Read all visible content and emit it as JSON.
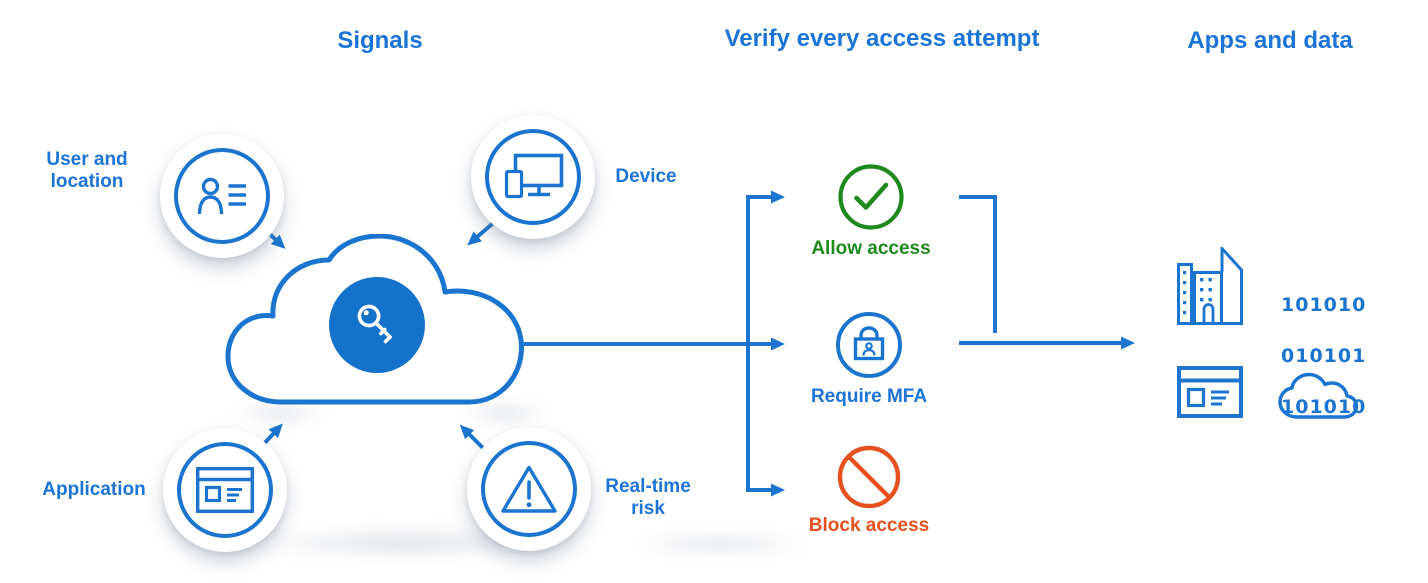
{
  "colors": {
    "blue": "#1B75CF",
    "green": "#1E8A1E",
    "orange": "#E4511E"
  },
  "headers": {
    "signals": "Signals",
    "verify": "Verify every access attempt",
    "apps_and_data": "Apps and data"
  },
  "signals": {
    "items": [
      {
        "label": "User and\nlocation",
        "icon": "user-contact-icon"
      },
      {
        "label": "Device",
        "icon": "device-icon"
      },
      {
        "label": "Application",
        "icon": "application-window-icon"
      },
      {
        "label": "Real-time\nrisk",
        "icon": "warning-triangle-icon"
      }
    ]
  },
  "hub": {
    "icon": "key-icon"
  },
  "outcomes": {
    "items": [
      {
        "label": "Allow access",
        "icon": "check-circle-icon",
        "color": "#1E8A1E"
      },
      {
        "label": "Require MFA",
        "icon": "mfa-lock-icon",
        "color": "#1B75CF"
      },
      {
        "label": "Block access",
        "icon": "block-icon",
        "color": "#E4511E"
      }
    ]
  },
  "apps": {
    "binary": [
      "101010",
      "010101",
      "101010"
    ],
    "icons": [
      "buildings-icon",
      "binary-code",
      "browser-window-icon",
      "cloud-icon"
    ]
  }
}
